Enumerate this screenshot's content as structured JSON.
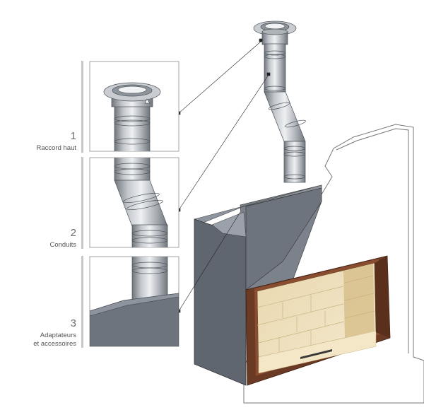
{
  "steps": [
    {
      "number": "1",
      "label": "Raccord haut"
    },
    {
      "number": "2",
      "label": "Conduits"
    },
    {
      "number": "3",
      "label_line1": "Adaptateurs",
      "label_line2": "et accessoires"
    }
  ],
  "colors": {
    "steel_light": "#d4d7db",
    "steel_mid": "#a9adb3",
    "steel_dark": "#6f757c",
    "hood": "#5f6670",
    "hood_light": "#7b828c",
    "frame": "#6b3a24",
    "firebrick": "#eadbb7",
    "side_bar": "#c7c7c7"
  },
  "icons": {
    "pipe_top": "chimney-top-collar-icon",
    "pipe_elbow": "offset-pipe-icon",
    "adapter": "hood-adapter-icon"
  }
}
